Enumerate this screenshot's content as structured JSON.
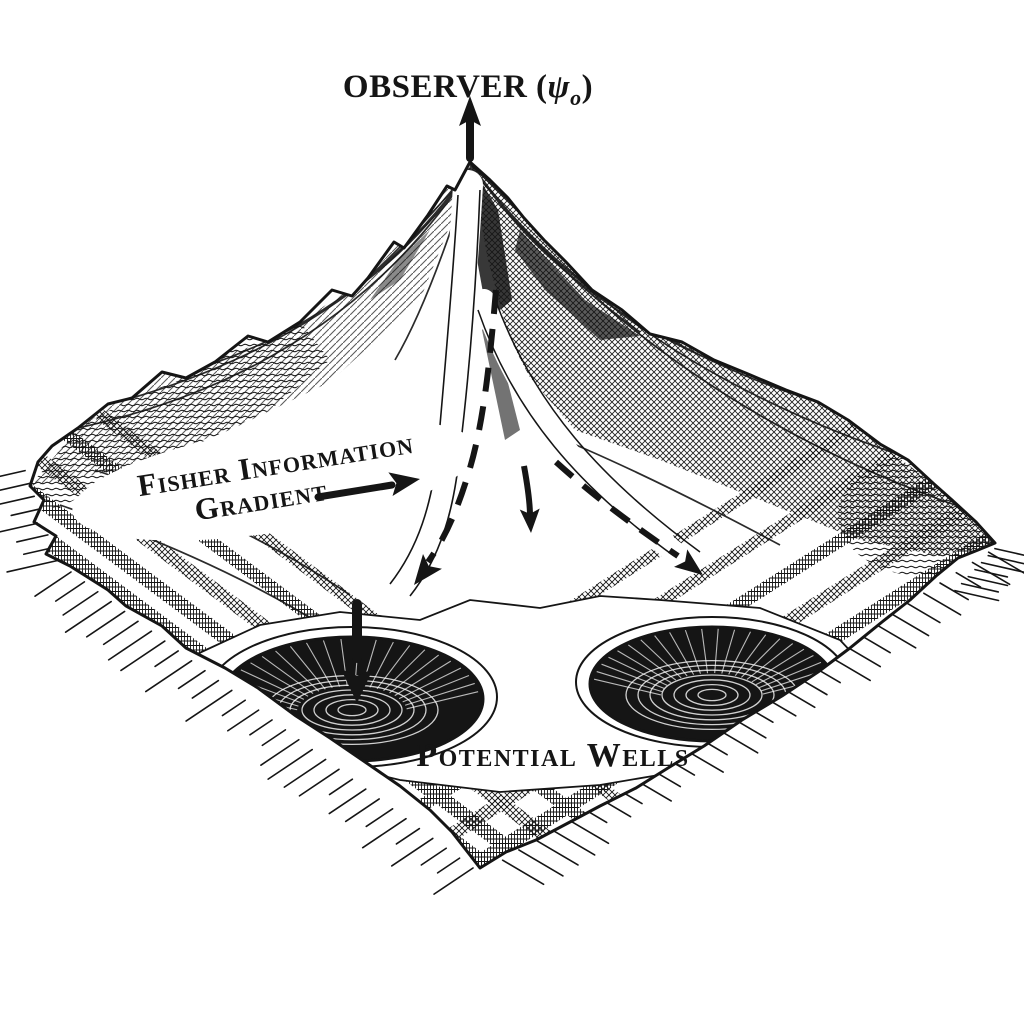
{
  "figure": {
    "type": "engraved-landscape-diagram",
    "observer": {
      "prefix": "OBSERVER (",
      "psi": "ψ",
      "subscript": "o",
      "suffix": ")"
    },
    "fisher": {
      "line1": "Fisher Information",
      "line2": "Gradient"
    },
    "wells": {
      "label": "Potential Wells",
      "count": 2
    },
    "arrows": {
      "observer": "up-from-summit",
      "gradient": "toward-summit-slope",
      "flow": "dashed-downhill-into-wells",
      "well": "down-into-left-well"
    },
    "colors": {
      "ink": "#151515",
      "paper": "#ffffff"
    }
  }
}
